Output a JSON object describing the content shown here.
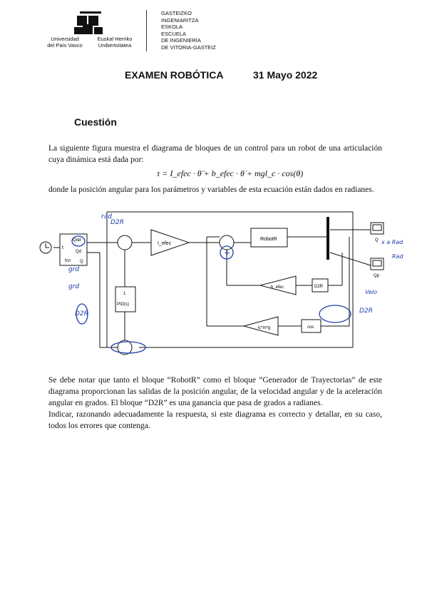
{
  "header": {
    "university_es": [
      "Universidad",
      "del País Vasco"
    ],
    "university_eu": [
      "Euskal Herriko",
      "Unibertsitatea"
    ],
    "school": "GASTEIZKO\nINGENIARITZA\nESKOLA\nESCUELA\nDE INGENIERÍA\nDE VITORIA-GASTEIZ"
  },
  "exam": {
    "title": "EXAMEN ROBÓTICA",
    "date": "31 Mayo 2022"
  },
  "section": "Cuestión",
  "paragraphs": {
    "p1": "La siguiente figura muestra el diagrama de bloques de un control para un robot de una articulación cuya dinámica está dada por:",
    "equation": "τ = I_efec · θ̈ + b_efec · θ̇ + mgl_c · cos(θ)",
    "p2": "donde la posición angular para los parámetros y variables de esta ecuación están dados en radianes.",
    "p3": "Se debe notar que tanto el bloque “RobotR” como el bloque “Generador de Trayectorias” de este diagrama proporcionan las salidas de la posición angular, de la velocidad angular y de la aceleración angular en grados. El bloque “D2R” es una ganancia que pasa de grados a radianes.",
    "p4": "Indicar, razonando adecuadamente la respuesta, si este diagrama es correcto y detallar, en su caso, todos los errores que contenga."
  },
  "diagram": {
    "clock_label": "t",
    "traj_in": "t",
    "traj_out": [
      "Qdd",
      "Qd",
      "Q"
    ],
    "traj_name": "fcn",
    "pid_top": "1",
    "pid_bottom": "PID(s)",
    "gain_inertia": "I_efec",
    "robot": "RobotR",
    "gain_friction": "b_efec",
    "d2r_a": "D2R",
    "gain_gravity": "lc*m*g",
    "cos_block": "cos",
    "scope_q": "Q",
    "scope_qd": "Qp"
  },
  "handwriting": {
    "h_rad": "rad",
    "h_d2r_top": "D2R",
    "h_deg": "grd",
    "h_deg2": "grd",
    "h_d2r_left": "D2R",
    "h_d2r_right": "D2R",
    "h_plus": "+",
    "h_right1": "x a Rad",
    "h_right2": "Rad",
    "h_right3": "Velo"
  }
}
